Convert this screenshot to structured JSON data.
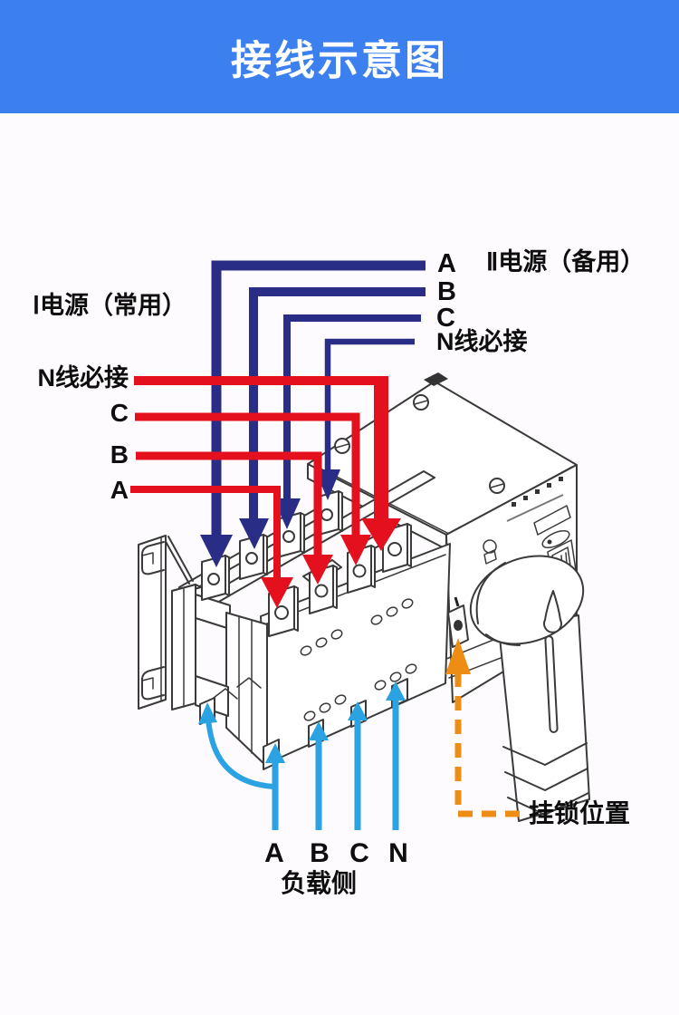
{
  "header": {
    "title": "接线示意图"
  },
  "source_backup": {
    "label": "Ⅱ电源（备用）",
    "phases": [
      "A",
      "B",
      "C",
      "N线必接"
    ]
  },
  "source_main": {
    "label": "Ⅰ电源（常用）",
    "phases": [
      "N线必接",
      "C",
      "B",
      "A"
    ]
  },
  "load": {
    "label": "负载侧",
    "phases": [
      "A",
      "B",
      "C",
      "N"
    ]
  },
  "padlock": {
    "label": "挂锁位置"
  },
  "colors": {
    "banner": "#3b80ee",
    "backup_arrow": "#2a2d85",
    "main_arrow": "#e5101d",
    "load_arrow": "#2ba2e2",
    "padlock_arrow": "#ee8d13",
    "line_art": "#3a3a3a"
  }
}
